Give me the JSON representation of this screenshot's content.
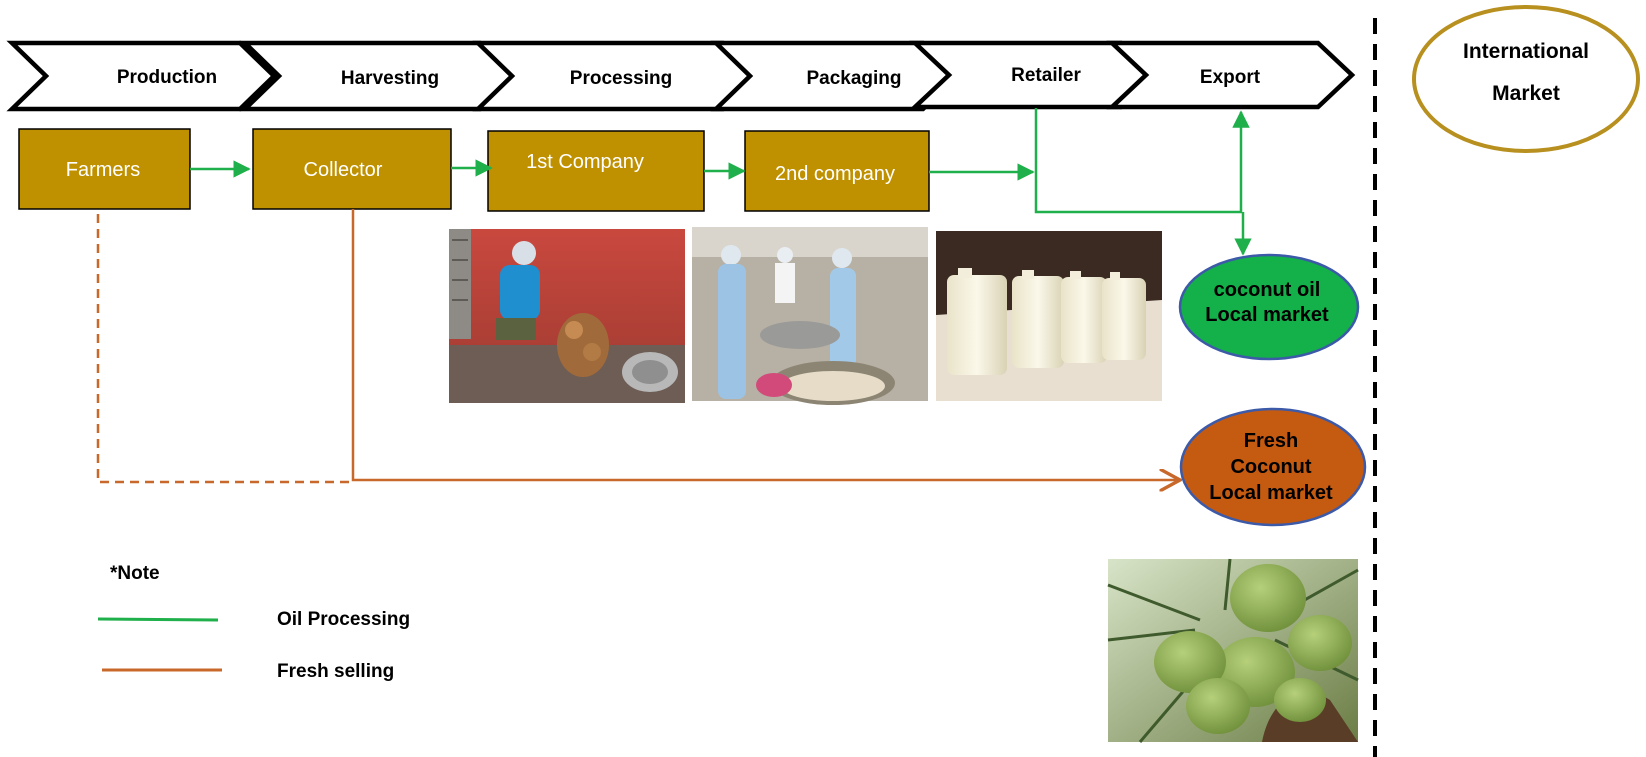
{
  "stages": [
    "Production",
    "Harvesting",
    "Processing",
    "Packaging",
    "Retailer",
    "Export"
  ],
  "actors": [
    "Farmers",
    "Collector",
    "1st Company",
    "2nd company"
  ],
  "markets": {
    "international": [
      "International",
      "Market"
    ],
    "coconut_oil": [
      "coconut oil",
      "Local market"
    ],
    "fresh_coconut": [
      "Fresh",
      "Coconut",
      "Local market"
    ]
  },
  "legend": {
    "title": "*Note",
    "items": [
      {
        "label": "Oil Processing",
        "color": "#1fb04b"
      },
      {
        "label": "Fresh selling",
        "color": "#c8692b"
      }
    ]
  },
  "photos": [
    {
      "icon": "coconut-husking-photo-icon"
    },
    {
      "icon": "coconut-processing-photo-icon"
    },
    {
      "icon": "oil-containers-photo-icon"
    },
    {
      "icon": "coconut-tree-photo-icon"
    }
  ],
  "colors": {
    "gold": "#bf9000",
    "green": "#1fb04b",
    "green_market": "#14b04a",
    "orange": "#c8692b",
    "orange_market": "#c55a11",
    "ellipse_border": "#b8901f",
    "market_border": "#3c5aa8"
  }
}
